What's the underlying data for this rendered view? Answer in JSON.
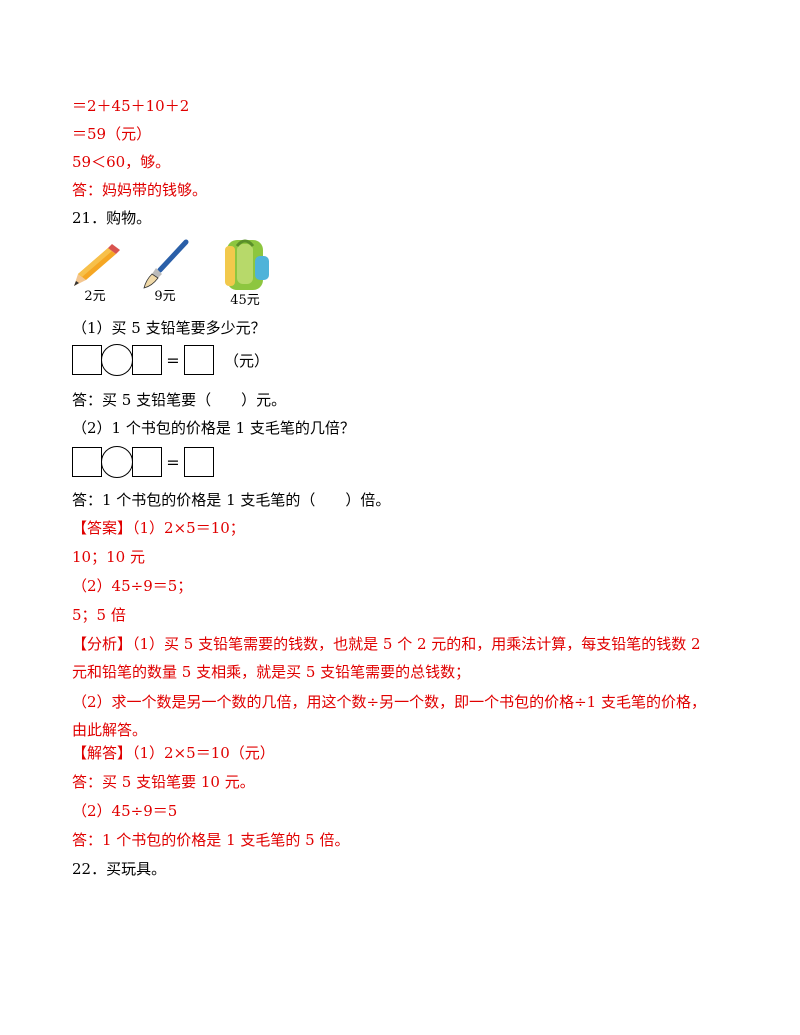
{
  "colors": {
    "answer": "#e00000",
    "text": "#000000"
  },
  "prev": {
    "line1": "＝2＋45＋10＋2",
    "line2": "＝59（元）",
    "line3": "59＜60，够。",
    "line4": "答：妈妈带的钱够。"
  },
  "q21": {
    "title": "21．购物。",
    "items": [
      {
        "icon": "pencil-icon",
        "price": "2元"
      },
      {
        "icon": "brush-icon",
        "price": "9元"
      },
      {
        "icon": "backpack-icon",
        "price": "45元"
      }
    ],
    "part1_question": "（1）买 5 支铅笔要多少元？",
    "eq_unit": "（元）",
    "part1_answer": "答：买 5 支铅笔要（　　）元。",
    "part2_question": "（2）1 个书包的价格是 1 支毛笔的几倍？",
    "part2_answer": "答：1 个书包的价格是 1 支毛笔的（　　）倍。"
  },
  "solution": {
    "answer_head": "【答案】（1）2×5＝10；",
    "answer_l2": "10；10 元",
    "answer_l3": "（2）45÷9＝5；",
    "answer_l4": "5；5 倍",
    "analysis_l1": "【分析】（1）买 5 支铅笔需要的钱数，也就是 5 个 2 元的和，用乘法计算，每支铅笔的钱数 2",
    "analysis_l2": "元和铅笔的数量 5 支相乘，就是买 5 支铅笔需要的总钱数；",
    "analysis_l3": "（2）求一个数是另一个数的几倍，用这个数÷另一个数，即一个书包的价格÷1 支毛笔的价格，",
    "analysis_l4": "由此解答。",
    "solve_l1": "【解答】（1）2×5＝10（元）",
    "solve_l2": "答：买 5 支铅笔要 10 元。",
    "solve_l3": "（2）45÷9＝5",
    "solve_l4": "答：1 个书包的价格是 1 支毛笔的 5 倍。"
  },
  "q22": {
    "title": "22．买玩具。"
  }
}
